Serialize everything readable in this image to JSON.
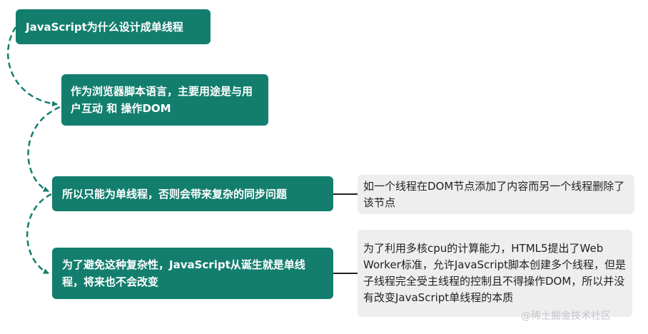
{
  "nodes": {
    "n1": "JavaScript为什么设计成单线程",
    "n2": "作为浏览器脚本语言，主要用途是与用户互动 和 操作DOM",
    "n3": "所以只能为单线程，否则会带来复杂的同步问题",
    "n4": "为了避免这种复杂性，JavaScript从诞生就是单线程，将来也不会改变"
  },
  "notes": {
    "a": "如一个线程在DOM节点添加了内容而另一个线程删除了该节点",
    "b": "为了利用多核cpu的计算能力，HTML5提出了Web Worker标准，允许JavaScript脚本创建多个线程，但是子线程完全受主线程的控制且不得操作DOM，所以并没有改变JavaScript单线程的本质"
  },
  "watermark": "@稀土掘金技术社区",
  "colors": {
    "node_bg": "#137e6e",
    "note_bg": "#eeeeee",
    "connector": "#137e6e"
  }
}
